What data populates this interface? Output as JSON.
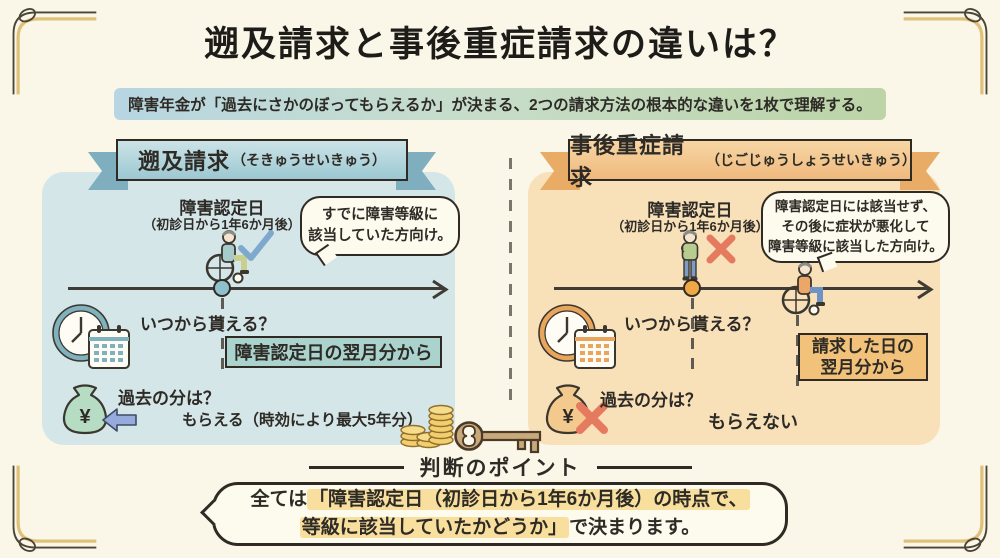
{
  "page": {
    "title": "遡及請求と事後重症請求の違いは？",
    "subtitle": "障害年金が「過去にさかのぼってもらえるか」が決まる、2つの請求方法の根本的な違いを1枚で理解する。"
  },
  "left": {
    "ribbon_title": "遡及請求",
    "ribbon_reading": "（そきゅうせいきゅう）",
    "event_title": "障害認定日",
    "event_sub": "（初診日から1年6か月後）",
    "bubble_line1": "すでに障害等級に",
    "bubble_line2": "該当していた方向け。",
    "when_question": "いつから貰える？",
    "when_answer": "障害認定日の翌月分から",
    "past_question": "過去の分は？",
    "past_answer": "もらえる（時効により最大5年分）"
  },
  "right": {
    "ribbon_title": "事後重症請求",
    "ribbon_reading": "（じごじゅうしょうせいきゅう）",
    "event_title": "障害認定日",
    "event_sub": "（初診日から1年6か月後）",
    "bubble_line1": "障害認定日には該当せず、",
    "bubble_line2": "その後に症状が悪化して",
    "bubble_line3": "障害等級に該当した方向け。",
    "when_question": "いつから貰える？",
    "when_answer_line1": "請求した日の",
    "when_answer_line2": "翌月分から",
    "past_question": "過去の分は？",
    "past_answer": "もらえない"
  },
  "footer": {
    "heading": "判断のポイント",
    "line1_plain": "全ては",
    "line1_highlight": "「障害認定日（初診日から1年6か月後）の時点で、",
    "line2_highlight": "等級に該当していたかどうか」",
    "line2_plain": "で決まります。"
  },
  "icons": {
    "money_bag_symbol": "¥"
  },
  "colors": {
    "background": "#FAF6E8",
    "ink": "#2E2B26",
    "bubble": "#FDFAEE",
    "left_panel": "#D5E6E9",
    "left_accent": "#8FC0CC",
    "left_box": "#ABD3CE",
    "right_panel": "#F8E0B9",
    "right_accent": "#F0A845",
    "right_box": "#F2C27A",
    "check": "#7FA9CC",
    "cross": "#E57A5E",
    "highlight": "#F8DF9E"
  }
}
